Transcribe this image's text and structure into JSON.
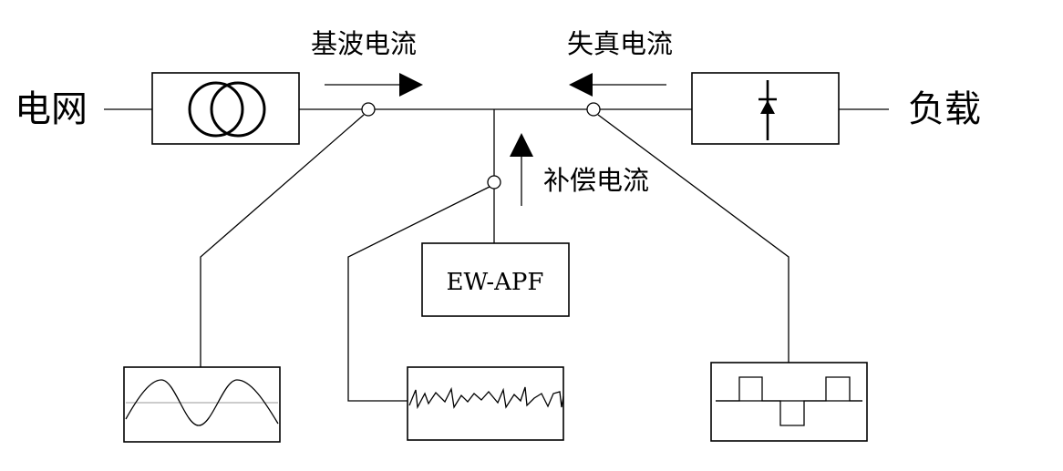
{
  "labels": {
    "grid": "电网",
    "load": "负载",
    "fundamental_current": "基波电流",
    "distortion_current": "失真电流",
    "compensation_current": "补偿电流",
    "apf_box": "EW-APF"
  },
  "icons": {
    "transformer": "transformer-icon",
    "rectifier": "diode-icon",
    "sine": "sine-wave-icon",
    "compensation_wave": "sawtooth-wave-icon",
    "square": "square-wave-icon"
  }
}
